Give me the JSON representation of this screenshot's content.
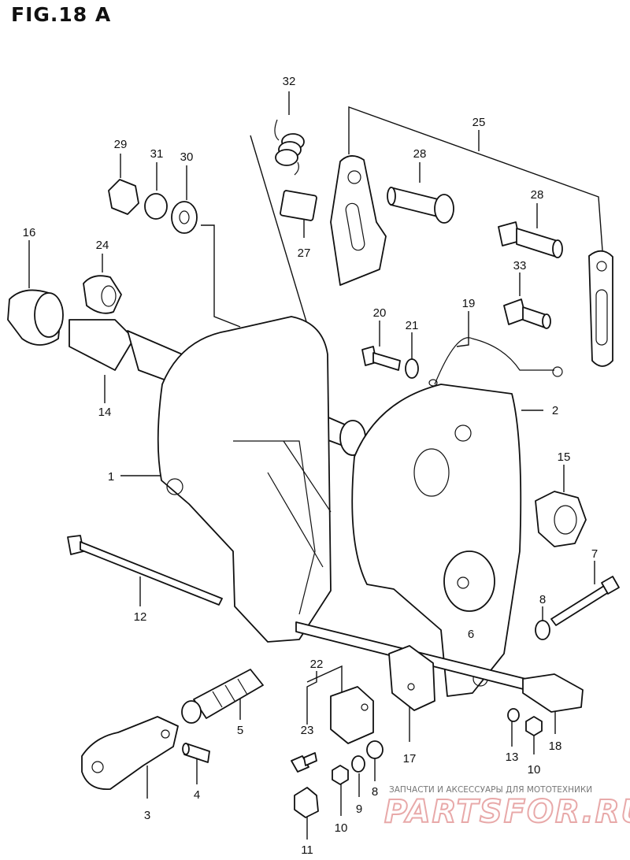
{
  "figure": {
    "title": "FIG.18 A"
  },
  "callouts": [
    {
      "id": "c32",
      "label": "32"
    },
    {
      "id": "c25",
      "label": "25"
    },
    {
      "id": "c29",
      "label": "29"
    },
    {
      "id": "c31",
      "label": "31"
    },
    {
      "id": "c30",
      "label": "30"
    },
    {
      "id": "c28a",
      "label": "28"
    },
    {
      "id": "c28b",
      "label": "28"
    },
    {
      "id": "c16",
      "label": "16"
    },
    {
      "id": "c24",
      "label": "24"
    },
    {
      "id": "c27",
      "label": "27"
    },
    {
      "id": "c33",
      "label": "33"
    },
    {
      "id": "c19",
      "label": "19"
    },
    {
      "id": "c20",
      "label": "20"
    },
    {
      "id": "c21",
      "label": "21"
    },
    {
      "id": "c14",
      "label": "14"
    },
    {
      "id": "c2",
      "label": "2"
    },
    {
      "id": "c15",
      "label": "15"
    },
    {
      "id": "c1",
      "label": "1"
    },
    {
      "id": "c7",
      "label": "7"
    },
    {
      "id": "c12",
      "label": "12"
    },
    {
      "id": "c8a",
      "label": "8"
    },
    {
      "id": "c6",
      "label": "6"
    },
    {
      "id": "c22",
      "label": "22"
    },
    {
      "id": "c23",
      "label": "23"
    },
    {
      "id": "c5",
      "label": "5"
    },
    {
      "id": "c17",
      "label": "17"
    },
    {
      "id": "c13",
      "label": "13"
    },
    {
      "id": "c10a",
      "label": "10"
    },
    {
      "id": "c18",
      "label": "18"
    },
    {
      "id": "c4",
      "label": "4"
    },
    {
      "id": "c3",
      "label": "3"
    },
    {
      "id": "c8b",
      "label": "8"
    },
    {
      "id": "c9",
      "label": "9"
    },
    {
      "id": "c10b",
      "label": "10"
    },
    {
      "id": "c11",
      "label": "11"
    }
  ],
  "watermark": {
    "caption": "ЗАПЧАСТИ И АКСЕССУАРЫ ДЛЯ МОТОТЕХНИКИ",
    "logo": "PARTSFOR.RU"
  }
}
